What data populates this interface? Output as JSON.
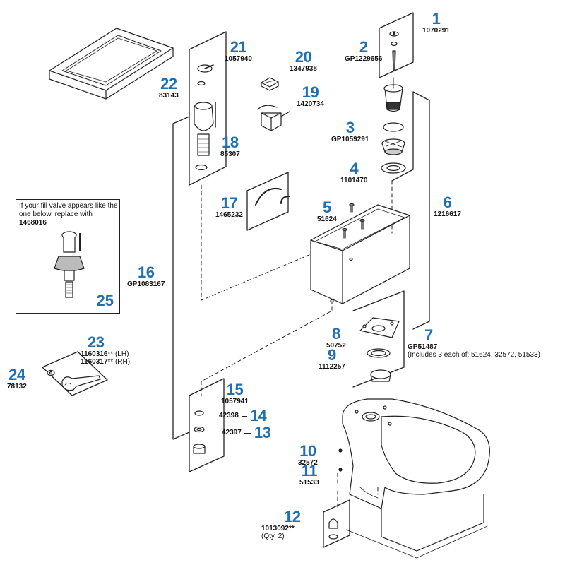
{
  "callouts": [
    {
      "id": "c1",
      "number": "1",
      "part": "1070291"
    },
    {
      "id": "c2",
      "number": "2",
      "part": "GP1229656"
    },
    {
      "id": "c3",
      "number": "3",
      "part": "GP1059291"
    },
    {
      "id": "c4",
      "number": "4",
      "part": "1101470"
    },
    {
      "id": "c5",
      "number": "5",
      "part": "51624"
    },
    {
      "id": "c6",
      "number": "6",
      "part": "1216617"
    },
    {
      "id": "c7",
      "number": "7",
      "part": "GP51487",
      "note": "(Includes 3 each of: 51624, 32572, 51533)"
    },
    {
      "id": "c8",
      "number": "8",
      "part": "50752"
    },
    {
      "id": "c9",
      "number": "9",
      "part": "1112257"
    },
    {
      "id": "c10",
      "number": "10",
      "part": "32572"
    },
    {
      "id": "c11",
      "number": "11",
      "part": "51533"
    },
    {
      "id": "c12",
      "number": "12",
      "part": "1013092",
      "suffix": "**",
      "note": "(Qty. 2)"
    },
    {
      "id": "c13",
      "number": "13",
      "part": "42397"
    },
    {
      "id": "c14",
      "number": "14",
      "part": "42398"
    },
    {
      "id": "c15",
      "number": "15",
      "part": "1057941"
    },
    {
      "id": "c16",
      "number": "16",
      "part": "GP1083167"
    },
    {
      "id": "c17",
      "number": "17",
      "part": "1465232"
    },
    {
      "id": "c18",
      "number": "18",
      "part": "85307"
    },
    {
      "id": "c19",
      "number": "19",
      "part": "1420734"
    },
    {
      "id": "c20",
      "number": "20",
      "part": "1347938"
    },
    {
      "id": "c21",
      "number": "21",
      "part": "1057940"
    },
    {
      "id": "c22",
      "number": "22",
      "part": "83143"
    },
    {
      "id": "c23",
      "number": "23",
      "part": "1160316",
      "suffix": "** (LH)",
      "part2": "1160317",
      "suffix2": "** (RH)"
    },
    {
      "id": "c24",
      "number": "24",
      "part": "78132"
    }
  ],
  "note_box": {
    "text": "If your fill valve appears like the one below, replace with",
    "part": "1468016",
    "number": "25"
  },
  "colors": {
    "callout_number": "#1f6fb5",
    "line": "#222222",
    "part_fill": "#ffffff",
    "shade": "#9a9a9a"
  }
}
